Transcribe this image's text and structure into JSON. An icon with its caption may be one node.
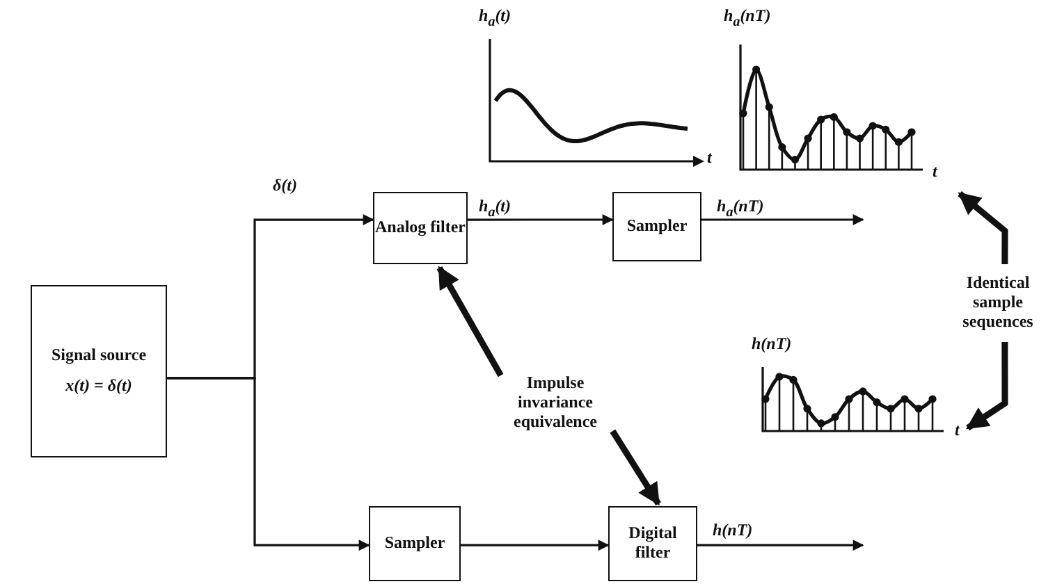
{
  "diagram": {
    "nodes": [
      {
        "text": [
          "Signal source",
          "x(t) = δ(t)"
        ]
      },
      {
        "text": [
          "Analog filter"
        ]
      },
      {
        "text": [
          "Sampler"
        ]
      },
      {
        "text": [
          "Sampler"
        ]
      },
      {
        "text": [
          "Digital filter"
        ]
      },
      {
        "text": [
          "Impulse invariance equivalence"
        ]
      },
      {
        "text": [
          "Identical sample sequences"
        ]
      },
      {
        "text": [
          "h$_{a}$(nT)",
          "t"
        ]
      },
      {
        "text": [
          "h(nT)",
          "t"
        ]
      }
    ],
    "edges": [
      {
        "from": 0,
        "to": 1,
        "arrow": "to",
        "label": "δ(t)"
      },
      {
        "from": 0,
        "to": 3,
        "arrow": "to"
      },
      {
        "from": 1,
        "to": 2,
        "arrow": "to",
        "label": "h$_{a}$(t)"
      },
      {
        "from": 2,
        "to": null,
        "arrow": "to",
        "label": "h$_{a}$(nT)"
      },
      {
        "from": 3,
        "to": 4,
        "arrow": "to"
      },
      {
        "from": 4,
        "to": null,
        "arrow": "to",
        "label": "h(nT)"
      },
      {
        "from": 5,
        "to": 1,
        "arrow": "to",
        "style": "thick"
      },
      {
        "from": 5,
        "to": 4,
        "arrow": "to",
        "style": "thick"
      },
      {
        "from": 6,
        "to": 7,
        "arrow": "to",
        "style": "thick"
      },
      {
        "from": 6,
        "to": 8,
        "arrow": "to",
        "style": "thick"
      }
    ],
    "labels": [
      "h$_{a}$(t)",
      "t"
    ]
  }
}
